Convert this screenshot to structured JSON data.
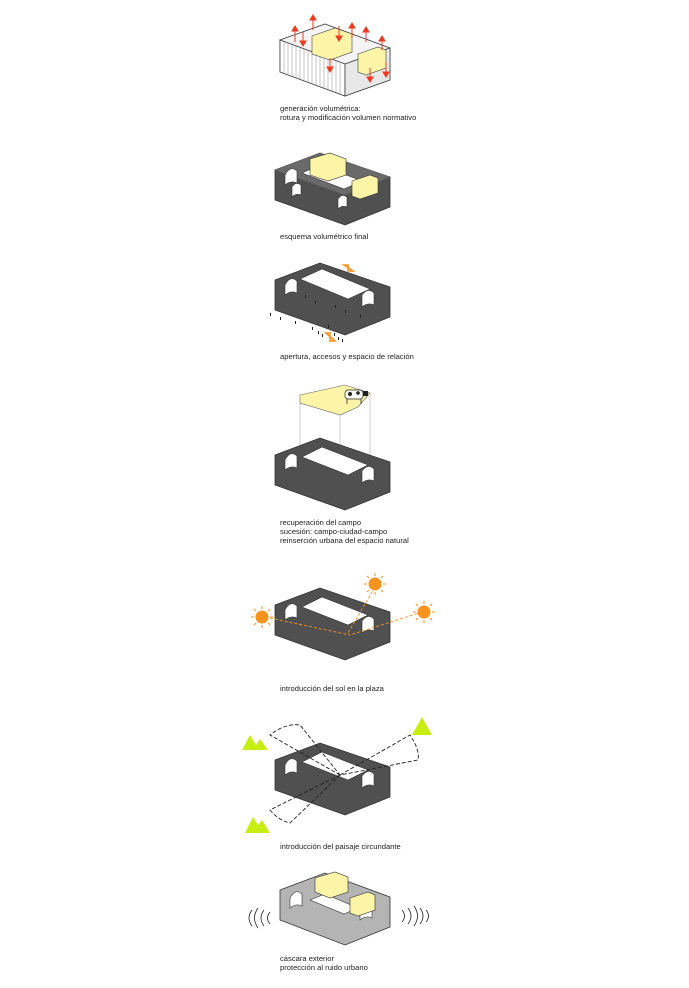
{
  "colors": {
    "block_dark": "#505050",
    "block_white": "#ffffff",
    "block_light": "#b4b4b4",
    "highlight_yellow": "#fcf5a8",
    "arrow_red": "#ee3b1f",
    "sun_orange": "#f7931e",
    "mountain_green": "#c7ee11",
    "line_dark": "#333333"
  },
  "panels": [
    {
      "id": "volumetric",
      "caption": [
        "generación volumétrica:",
        "rotura y modificación volumen normativo"
      ]
    },
    {
      "id": "final-scheme",
      "caption": [
        "esquema volumétrico final"
      ]
    },
    {
      "id": "access",
      "caption": [
        "apertura, accesos  y espacio de relación"
      ]
    },
    {
      "id": "field",
      "caption": [
        "recuperación del campo",
        "sucesión: campo-ciudad-campo",
        "reinserción urbana del espacio natural"
      ]
    },
    {
      "id": "sun",
      "caption": [
        "introducción del sol en la plaza"
      ]
    },
    {
      "id": "landscape",
      "caption": [
        "introducción del paisaje circundante"
      ]
    },
    {
      "id": "shell",
      "caption": [
        "cáscara exterior",
        "protección al ruido urbano"
      ]
    }
  ]
}
